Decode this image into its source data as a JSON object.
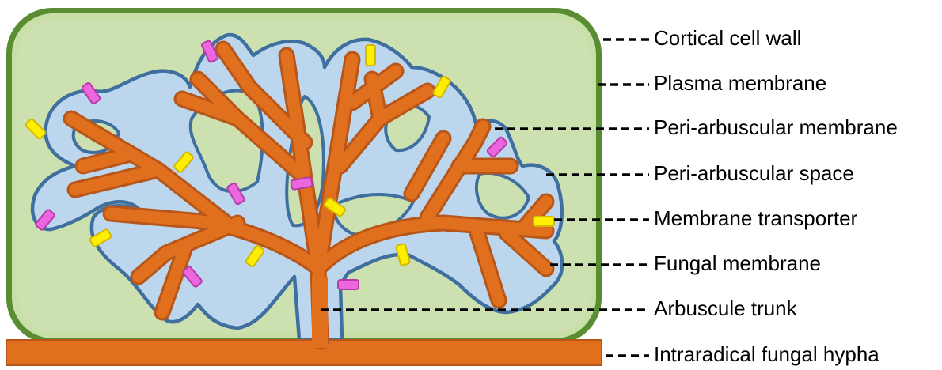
{
  "colors": {
    "cell_wall": "#5a8c32",
    "cytoplasm": "#cce0b0",
    "plasma_membrane": "#c8dfa8",
    "peri_arbuscular_space": "#bcd6ee",
    "peri_arbuscular_membrane": "#3f6f9e",
    "fungus": "#e0701e",
    "fungus_outline": "#b8561a",
    "transporter_yellow": "#ffee00",
    "transporter_magenta": "#ee66dd"
  },
  "labels": {
    "cortical_cell_wall": "Cortical cell wall",
    "plasma_membrane": "Plasma membrane",
    "peri_arbuscular_membrane": "Peri-arbuscular membrane",
    "peri_arbuscular_space": "Peri-arbuscular space",
    "membrane_transporter": "Membrane transporter",
    "fungal_membrane": "Fungal membrane",
    "arbuscule_trunk": "Arbuscule trunk",
    "intraradical_fungal_hypha": "Intraradical fungal hypha"
  }
}
